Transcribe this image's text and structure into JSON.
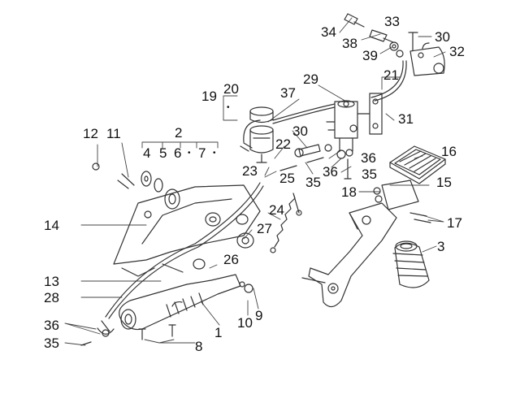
{
  "diagram": {
    "callouts": [
      {
        "id": "c1",
        "text": "1"
      },
      {
        "id": "c2",
        "text": "2"
      },
      {
        "id": "c3",
        "text": "3"
      },
      {
        "id": "c4",
        "text": "4"
      },
      {
        "id": "c5",
        "text": "5"
      },
      {
        "id": "c6",
        "text": "6"
      },
      {
        "id": "c7",
        "text": "7"
      },
      {
        "id": "c8",
        "text": "8"
      },
      {
        "id": "c9",
        "text": "9"
      },
      {
        "id": "c10",
        "text": "10"
      },
      {
        "id": "c11",
        "text": "11"
      },
      {
        "id": "c12",
        "text": "12"
      },
      {
        "id": "c13",
        "text": "13"
      },
      {
        "id": "c14",
        "text": "14"
      },
      {
        "id": "c15",
        "text": "15"
      },
      {
        "id": "c16",
        "text": "16"
      },
      {
        "id": "c17",
        "text": "17"
      },
      {
        "id": "c18",
        "text": "18"
      },
      {
        "id": "c19",
        "text": "19"
      },
      {
        "id": "c20",
        "text": "20"
      },
      {
        "id": "c21",
        "text": "21"
      },
      {
        "id": "c22",
        "text": "22"
      },
      {
        "id": "c23",
        "text": "23"
      },
      {
        "id": "c24",
        "text": "24"
      },
      {
        "id": "c25",
        "text": "25"
      },
      {
        "id": "c26",
        "text": "26"
      },
      {
        "id": "c27",
        "text": "27"
      },
      {
        "id": "c28",
        "text": "28"
      },
      {
        "id": "c29",
        "text": "29"
      },
      {
        "id": "c30a",
        "text": "30"
      },
      {
        "id": "c30b",
        "text": "30"
      },
      {
        "id": "c31",
        "text": "31"
      },
      {
        "id": "c32",
        "text": "32"
      },
      {
        "id": "c33",
        "text": "33"
      },
      {
        "id": "c34",
        "text": "34"
      },
      {
        "id": "c35a",
        "text": "35"
      },
      {
        "id": "c35b",
        "text": "35"
      },
      {
        "id": "c35c",
        "text": "35"
      },
      {
        "id": "c36a",
        "text": "36"
      },
      {
        "id": "c36b",
        "text": "36"
      },
      {
        "id": "c36c",
        "text": "36"
      },
      {
        "id": "c37",
        "text": "37"
      },
      {
        "id": "c38",
        "text": "38"
      },
      {
        "id": "c39",
        "text": "39"
      }
    ],
    "colors": {
      "line": "#333333",
      "text": "#111111",
      "background": "#ffffff"
    }
  }
}
